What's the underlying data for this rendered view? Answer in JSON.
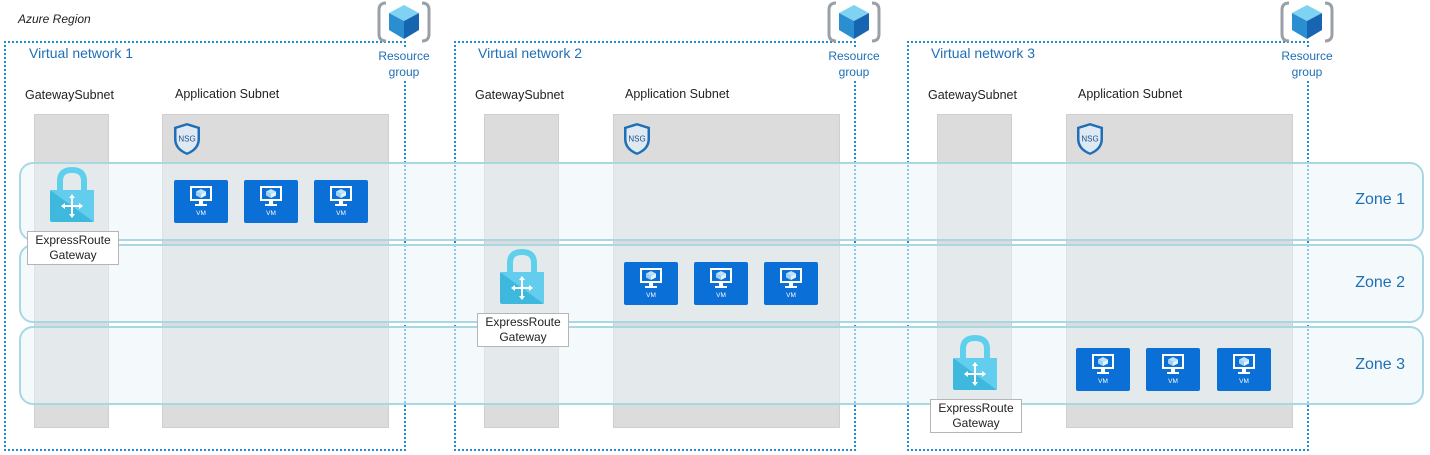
{
  "region_label": "Azure Region",
  "zones": [
    {
      "label": "Zone 1"
    },
    {
      "label": "Zone 2"
    },
    {
      "label": "Zone 3"
    }
  ],
  "vnets": [
    {
      "title": "Virtual network 1",
      "gateway_subnet": "GatewaySubnet",
      "app_subnet": "Application Subnet",
      "resource_group": [
        "Resource",
        "group"
      ],
      "nsg": "NSG",
      "gateway": [
        "ExpressRoute",
        "Gateway"
      ],
      "vm_label": "VM"
    },
    {
      "title": "Virtual network 2",
      "gateway_subnet": "GatewaySubnet",
      "app_subnet": "Application Subnet",
      "resource_group": [
        "Resource",
        "group"
      ],
      "nsg": "NSG",
      "gateway": [
        "ExpressRoute",
        "Gateway"
      ],
      "vm_label": "VM"
    },
    {
      "title": "Virtual network 3",
      "gateway_subnet": "GatewaySubnet",
      "app_subnet": "Application Subnet",
      "resource_group": [
        "Resource",
        "group"
      ],
      "nsg": "NSG",
      "gateway": [
        "ExpressRoute",
        "Gateway"
      ],
      "vm_label": "VM"
    }
  ],
  "colors": {
    "vnet_border": "#1f8dd6",
    "zone_border": "#a9d8e4",
    "subnet_fill": "#dcdcdc",
    "vm_fill": "#0a6fd6",
    "label_blue": "#1e6fb5"
  }
}
